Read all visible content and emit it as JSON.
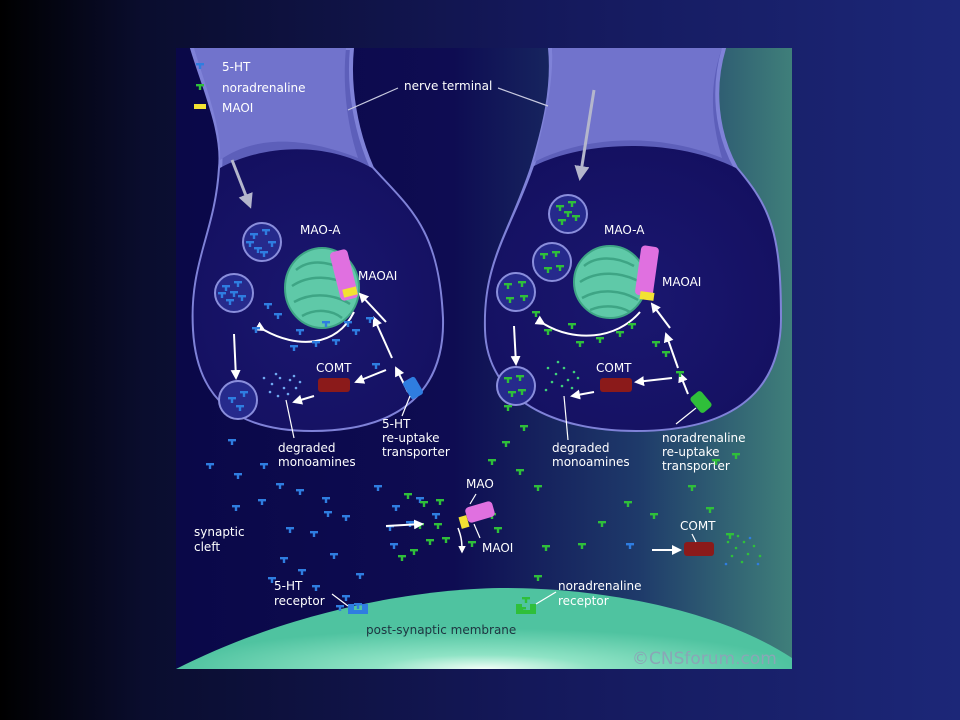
{
  "legend": [
    {
      "label": "5-HT",
      "color": "#2f7de0"
    },
    {
      "label": "noradrenaline",
      "color": "#2fbf3a"
    },
    {
      "label": "MAOI",
      "color": "#f2e233"
    }
  ],
  "labels": {
    "nerve_terminal": "nerve terminal",
    "mao_a_left": "MAO-A",
    "maoai_left": "MAOAI",
    "comt_left": "COMT",
    "degraded_left_1": "degraded",
    "degraded_left_2": "monoamines",
    "transporter_left_1": "5-HT",
    "transporter_left_2": "re-uptake",
    "transporter_left_3": "transporter",
    "mao_a_right": "MAO-A",
    "maoai_right": "MAOAI",
    "comt_right": "COMT",
    "degraded_right_1": "degraded",
    "degraded_right_2": "monoamines",
    "transporter_right_1": "noradrenaline",
    "transporter_right_2": "re-uptake",
    "transporter_right_3": "transporter",
    "synaptic_cleft_1": "synaptic",
    "synaptic_cleft_2": "cleft",
    "mao_cleft": "MAO",
    "maoi_cleft": "MAOI",
    "comt_cleft": "COMT",
    "receptor_5ht_1": "5-HT",
    "receptor_5ht_2": "receptor",
    "receptor_na_1": "noradrenaline",
    "receptor_na_2": "receptor",
    "membrane": "post-synaptic membrane",
    "copyright": "©CNSforum.com"
  },
  "colors": {
    "serotonin": "#2f7de0",
    "noradrenaline": "#2fbf3a",
    "maoi": "#f2e233",
    "mao_enzyme": "#e070e0",
    "comt_enzyme": "#8b1a1a",
    "mitochondrion": "#5fc9a8",
    "terminal": "#6a6cc8",
    "membrane": "#4fc8a4"
  }
}
